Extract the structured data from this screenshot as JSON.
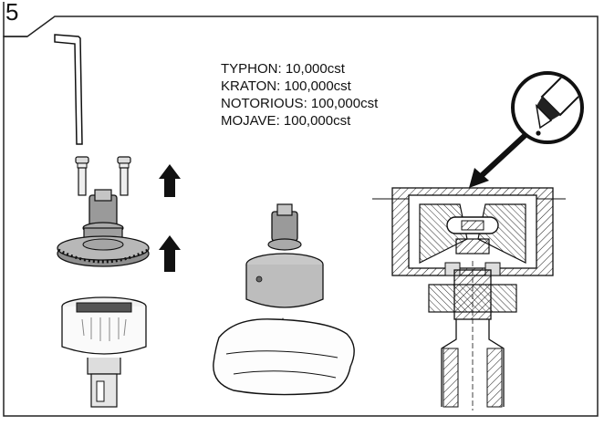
{
  "step": {
    "number": "5"
  },
  "oil_specs": [
    {
      "text": "TYPHON: 10,000cst"
    },
    {
      "text": "KRATON: 100,000cst"
    },
    {
      "text": "NOTORIOUS: 100,000cst"
    },
    {
      "text": "MOJAVE: 100,000cst"
    }
  ],
  "colors": {
    "line": "#111111",
    "shade": "#b5b5b5",
    "light": "#dcdcdc"
  },
  "icons": [
    "hex-key-icon",
    "up-arrow-icon",
    "oil-drop-icon",
    "pointer-arrow-icon"
  ]
}
